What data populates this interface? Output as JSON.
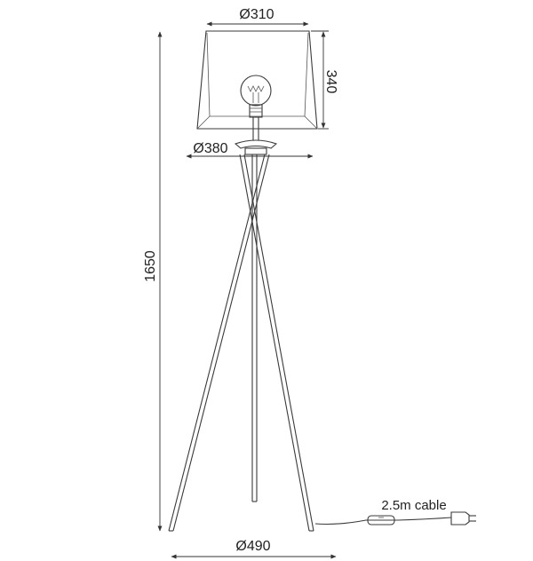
{
  "dimensions": {
    "shade_top_diameter": "Ø310",
    "shade_height": "340",
    "shade_bottom_diameter": "Ø380",
    "total_height": "1650",
    "base_diameter": "Ø490"
  },
  "cable_label": "2.5m cable",
  "colors": {
    "line": "#3a3a3a",
    "text": "#222222",
    "background": "#ffffff"
  }
}
